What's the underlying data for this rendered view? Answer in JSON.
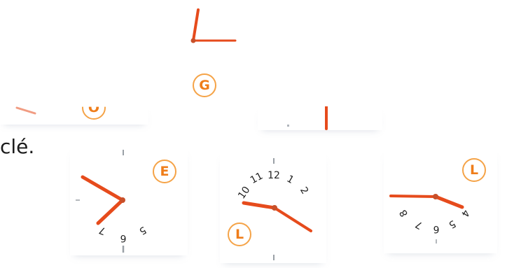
{
  "caption": "clé.",
  "letters": {
    "top_clock": "G",
    "left_fragment": "O",
    "clock_e": "E",
    "clock_l_center": "L",
    "clock_l_right": "L"
  },
  "dial_numbers": {
    "clock_e": [
      "7",
      "6",
      "5"
    ],
    "clock_center": [
      "10",
      "11",
      "12",
      "1",
      "2"
    ],
    "clock_right": [
      "8",
      "7",
      "6",
      "5",
      "4"
    ]
  },
  "colors": {
    "hand": "#e64b1c",
    "badge_border": "#f5a347",
    "badge_text": "#ef7d1a",
    "text": "#1b1b1b"
  }
}
